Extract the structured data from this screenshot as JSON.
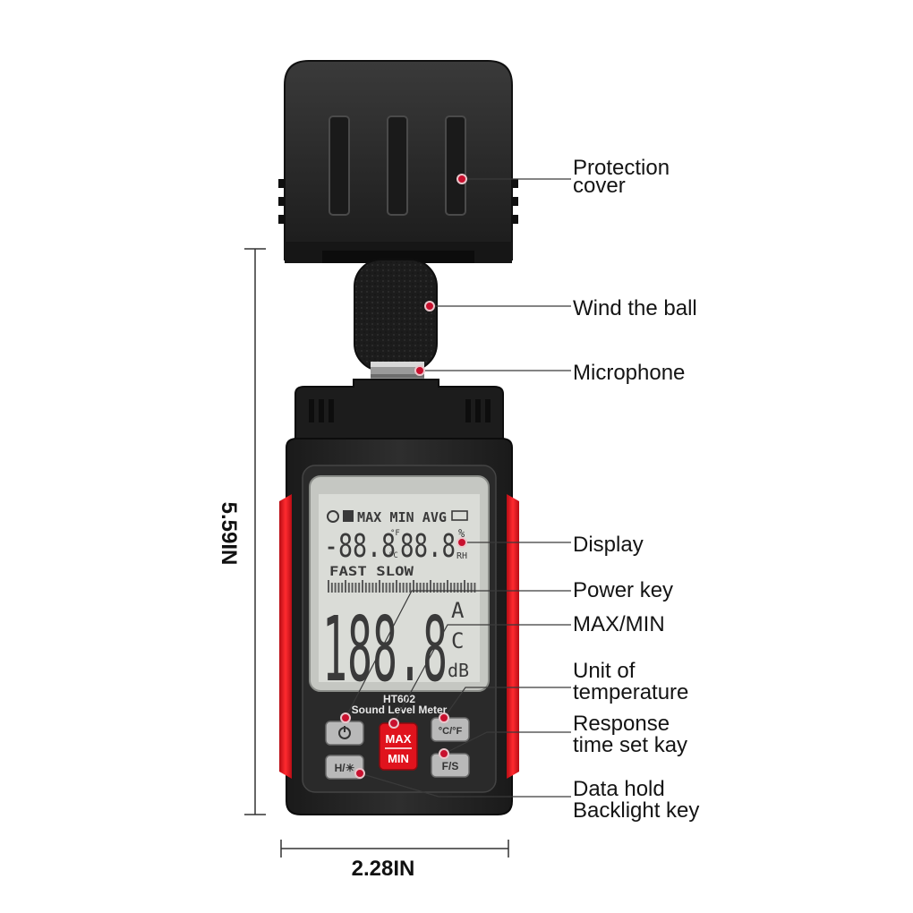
{
  "callouts": {
    "protection_cover": [
      "Protection",
      "cover"
    ],
    "wind_ball": [
      "Wind the ball"
    ],
    "microphone": [
      "Microphone"
    ],
    "display": [
      "Display"
    ],
    "power_key": [
      "Power key"
    ],
    "max_min": [
      "MAX/MIN"
    ],
    "unit_temperature": [
      "Unit of",
      "temperature"
    ],
    "response_time": [
      "Response",
      "time set kay"
    ],
    "data_hold": [
      "Data hold",
      "Backlight key"
    ]
  },
  "dimensions": {
    "height": "5.59IN",
    "width": "2.28IN"
  },
  "device": {
    "model": "HT602",
    "name": "Sound Level Meter",
    "lcd": {
      "top_row": "MAX MIN AVG",
      "temp_digits": "-88.8",
      "humid_digits": "88.8",
      "unit_f": "°F",
      "unit_c": "°C",
      "unit_pct": "%",
      "unit_rh": "RH",
      "speed": "FAST SLOW",
      "main_digits": "188.8",
      "weight_a": "A",
      "weight_c": "C",
      "unit_db": "dB"
    },
    "buttons": {
      "max": "MAX",
      "min": "MIN",
      "unit": "°C/°F",
      "fs": "F/S",
      "hold": "H/☀"
    }
  },
  "colors": {
    "accent_red": "#e0131d",
    "body": "#242424",
    "lcd": "#d9dbd6",
    "line": "#333333"
  }
}
